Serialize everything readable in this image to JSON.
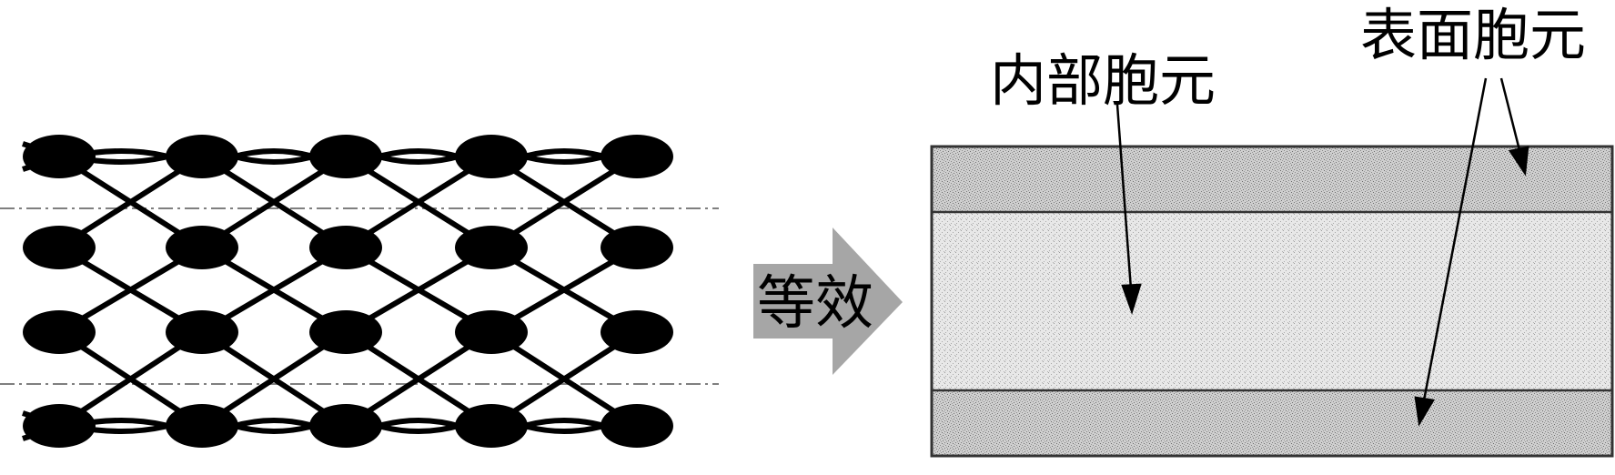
{
  "arrow": {
    "label": "等效"
  },
  "annotations": {
    "inner_cell": "内部胞元",
    "surface_cell": "表面胞元"
  },
  "colors": {
    "line": "#000000",
    "arrow_fill": "#a6a6a6",
    "dash_line": "#7f7f7f",
    "surface_layer": "#c9c9c9",
    "inner_layer": "#e4e4e4",
    "border": "#333333"
  }
}
